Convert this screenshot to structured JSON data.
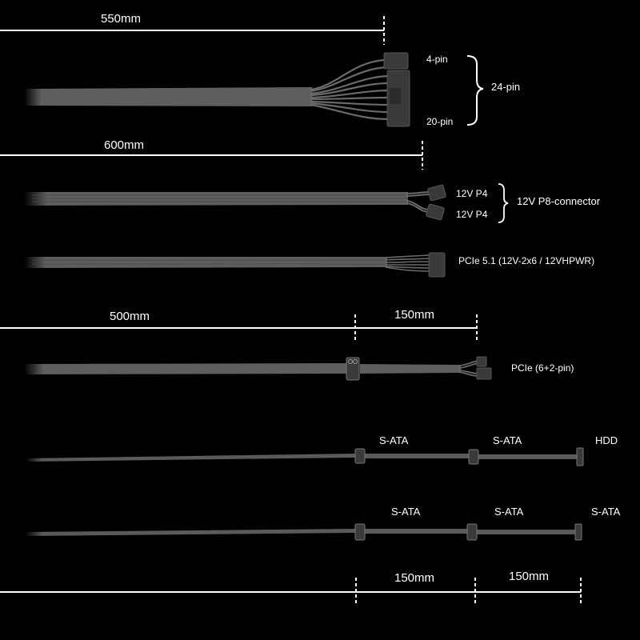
{
  "colors": {
    "background": "#000000",
    "cable": "#5e5e5e",
    "cable_dark": "#454545",
    "wire": "#6a6a6a",
    "connector": "#3a3a3a",
    "dimension": "#ffffff",
    "text": "#ffffff"
  },
  "dimensions": {
    "atx_length": "550mm",
    "cpu_length": "600mm",
    "pcie_main_length": "500mm",
    "pcie_extension_length": "150mm",
    "sata_segment_1": "150mm",
    "sata_segment_2": "150mm"
  },
  "atx_cable": {
    "label_top": "4-pin",
    "label_bottom": "20-pin",
    "label_group": "24-pin"
  },
  "cpu_cable": {
    "label_p4_a": "12V P4",
    "label_p4_b": "12V P4",
    "label_group": "12V P8-connector"
  },
  "pcie5_cable": {
    "label": "PCIe 5.1 (12V-2x6 / 12VHPWR)"
  },
  "pcie_cable": {
    "label": "PCIe (6+2-pin)"
  },
  "sata_cable_1": {
    "labels": [
      "S-ATA",
      "S-ATA",
      "HDD"
    ]
  },
  "sata_cable_2": {
    "labels": [
      "S-ATA",
      "S-ATA",
      "S-ATA"
    ]
  }
}
